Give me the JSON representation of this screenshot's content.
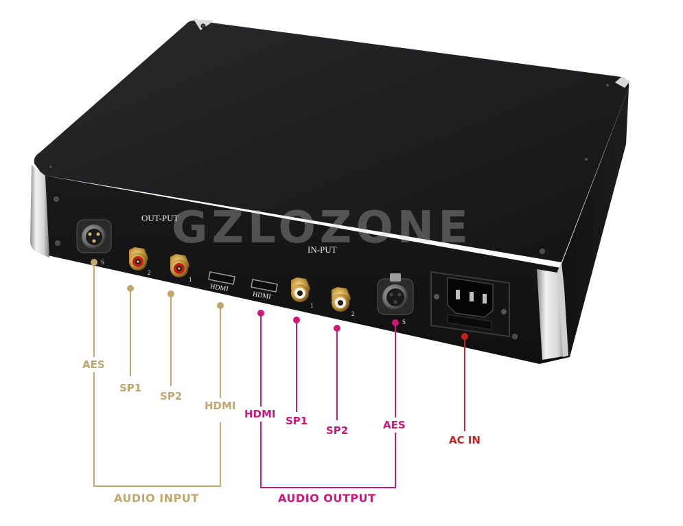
{
  "watermark": "GZLOZONE",
  "panel": {
    "out_put": "OUT-PUT",
    "in_put": "IN-PUT",
    "hdmi_a": "HDMI",
    "hdmi_b": "HDMI",
    "pin_s1": "S",
    "pin_2a": "2",
    "pin_1a": "1",
    "pin_1b": "1",
    "pin_2b": "2",
    "pin_s2": "S"
  },
  "callouts": {
    "input": {
      "aes": "AES",
      "sp1": "SP1",
      "sp2": "SP2",
      "hdmi": "HDMI",
      "group": "AUDIO INPUT"
    },
    "output": {
      "hdmi": "HDMI",
      "sp1": "SP1",
      "sp2": "SP2",
      "aes": "AES",
      "group": "AUDIO OUTPUT"
    },
    "power": {
      "ac_in": "AC IN"
    }
  },
  "colors": {
    "input": "#c3a66b",
    "output": "#d0157a",
    "power": "#c8201f",
    "chassis": "#1b1b1c"
  }
}
